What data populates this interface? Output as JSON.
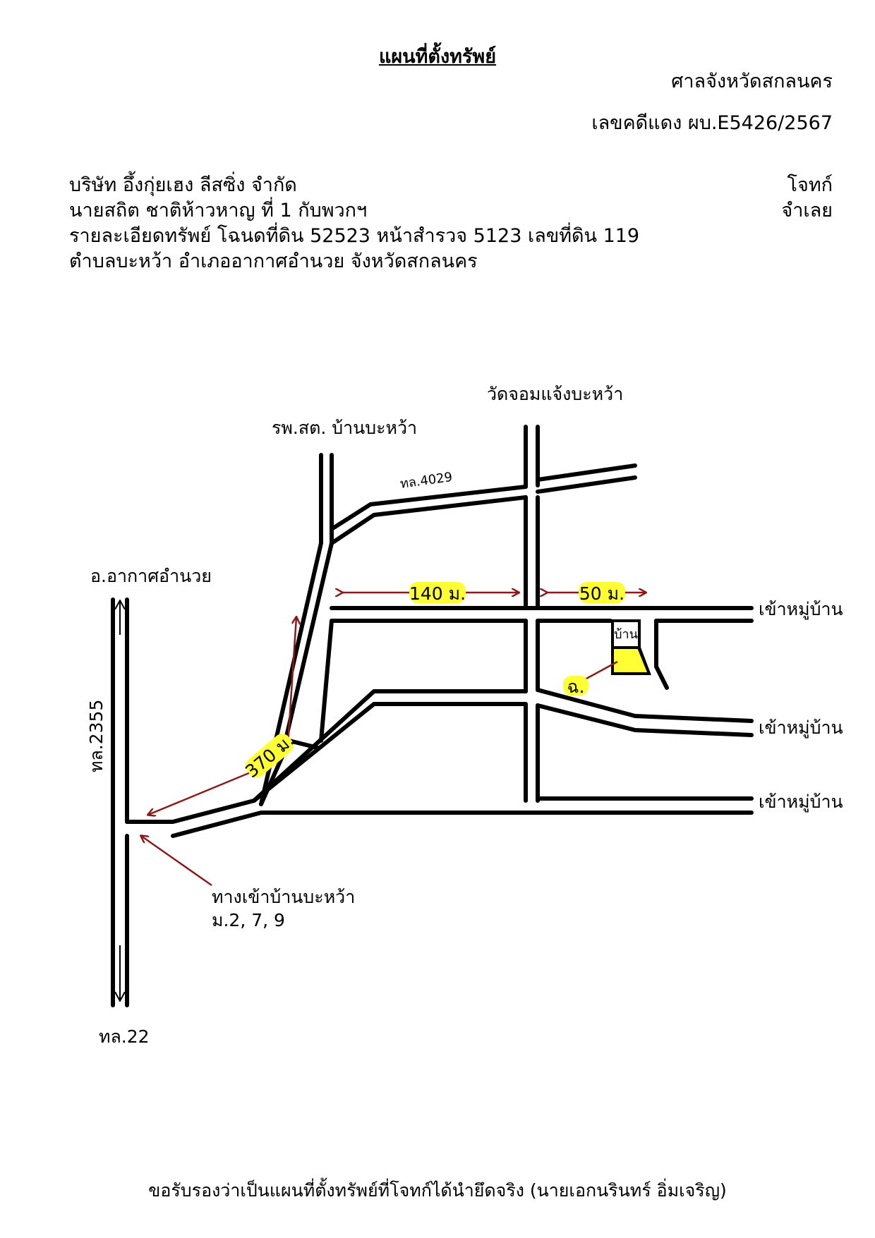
{
  "document": {
    "title": "แผนที่ตั้งทรัพย์",
    "court": "ศาลจังหวัดสกลนคร",
    "case_number": "เลขคดีแดง ผบ.E5426/2567",
    "plaintiff": "บริษัท อึ้งกุ่ยเฮง ลีสซิ่ง จำกัด",
    "plaintiff_role": "โจทก์",
    "defendant": "นายสถิต ชาติห้าวหาญ ที่ 1 กับพวกฯ",
    "defendant_role": "จำเลย",
    "property_detail": "รายละเอียดทรัพย์ โฉนดที่ดิน 52523 หน้าสำรวจ 5123 เลขที่ดิน 119",
    "location": "ตำบลบะหว้า อำเภออากาศอำนวย จังหวัดสกลนคร",
    "certification": "ขอรับรองว่าเป็นแผนที่ตั้งทรัพย์ที่โจทก์ได้นำยึดจริง (นายเอกนรินทร์ อิ่มเจริญ)"
  },
  "map": {
    "labels": {
      "hospital": "รพ.สต. บ้านบะหว้า",
      "temple": "วัดจอมแจ้งบะหว้า",
      "road_4029": "ทล.4029",
      "akat_amnuay": "อ.อากาศอำนวย",
      "road_2355": "ทล.2355",
      "road_22": "ทล.22",
      "village_1": "เข้าหมู่บ้าน",
      "village_2": "เข้าหมู่บ้าน",
      "village_3": "เข้าหมู่บ้าน",
      "house": "บ้าน",
      "property_mark": "ฉ.",
      "entrance_line1": "ทางเข้าบ้านบะหว้า",
      "entrance_line2": "ม.2, 7, 9"
    },
    "distances": {
      "d1": "140 ม.",
      "d2": "50 ม.",
      "d3": "370 ม."
    },
    "colors": {
      "road": "#000000",
      "arrow": "#8b1a1a",
      "highlight": "#ffff33"
    }
  }
}
